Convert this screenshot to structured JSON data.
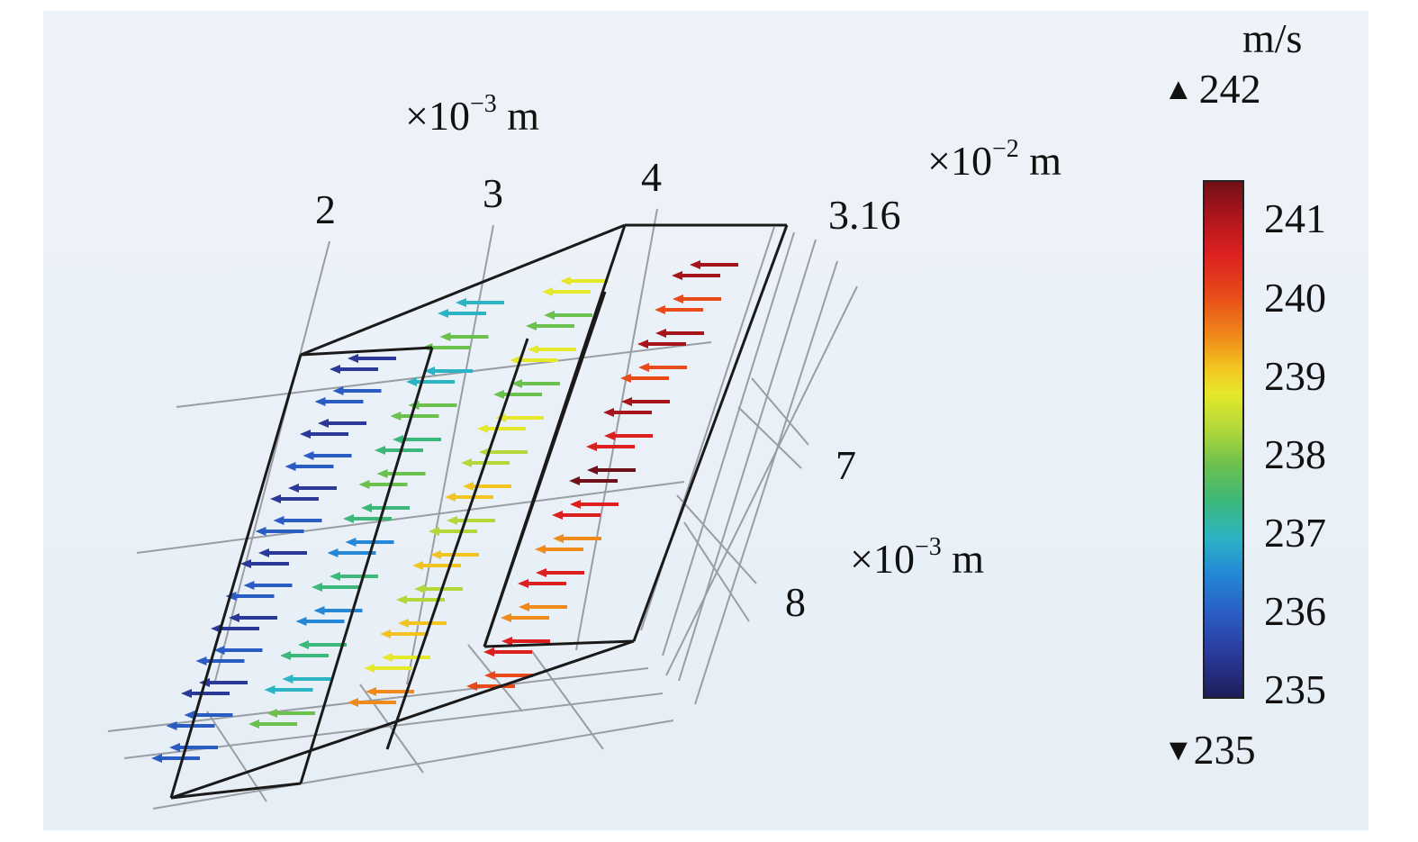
{
  "axes": {
    "x_unit": {
      "base": "×10",
      "exp": "−3",
      "suffix": " m"
    },
    "x_ticks": [
      "2",
      "3",
      "4"
    ],
    "y_unit": {
      "base": "×10",
      "exp": "−2",
      "suffix": " m"
    },
    "y_tick": "3.16",
    "z_unit": {
      "base": "×10",
      "exp": "−3",
      "suffix": " m"
    },
    "z_ticks": [
      "7",
      "8"
    ]
  },
  "colorbar": {
    "unit": "m/s",
    "max_marker": "242",
    "min_marker": "235",
    "ticks": [
      "241",
      "240",
      "239",
      "238",
      "237",
      "236",
      "235"
    ],
    "colors": [
      "#1c1e5a",
      "#2a3898",
      "#2a5cc4",
      "#2488d6",
      "#2cb4c4",
      "#3cb87a",
      "#6cc04e",
      "#b2d83a",
      "#e6e82a",
      "#f2c420",
      "#f08a1a",
      "#e84a1a",
      "#dc2020",
      "#a8141c",
      "#701018"
    ],
    "range": [
      235,
      242
    ]
  },
  "arrows": {
    "direction": "left",
    "columns": [
      {
        "name": "column-1",
        "velocity_range": [
          235.3,
          236.2
        ]
      },
      {
        "name": "column-2",
        "velocity_range": [
          236.6,
          238.2
        ]
      },
      {
        "name": "column-3",
        "velocity_range": [
          238.0,
          239.8
        ]
      },
      {
        "name": "column-4",
        "velocity_range": [
          240.0,
          241.8
        ]
      }
    ]
  }
}
